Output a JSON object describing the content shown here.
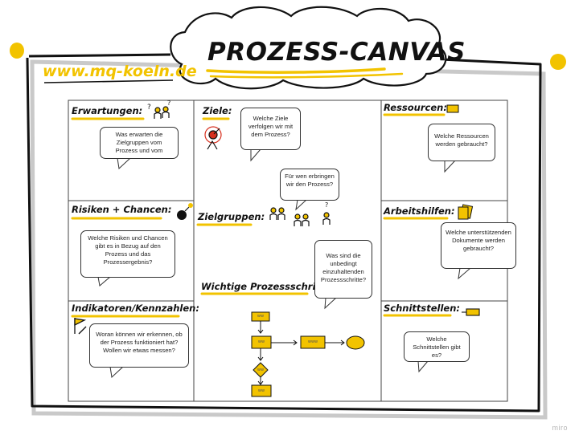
{
  "header": {
    "title": "PROZESS-CANVAS",
    "url": "www.mq-koeln.de"
  },
  "sections": {
    "erwartungen": {
      "label": "Erwartungen:",
      "question": "Was erwarten die Zielgruppen vom Prozess und vom"
    },
    "risiken": {
      "label": "Risiken + Chancen:",
      "question": "Welche Risiken und Chancen gibt es in Bezug auf den Prozess und das Prozessergebnis?"
    },
    "indikatoren": {
      "label": "Indikatoren/Kennzahlen:",
      "question": "Woran können wir erkennen, ob der Prozess funktioniert hat? Wollen wir etwas messen?"
    },
    "ziele": {
      "label": "Ziele:",
      "question": "Welche Ziele verfolgen wir mit dem Prozess?"
    },
    "zielgruppen": {
      "label": "Zielgruppen:",
      "question": "Für wen erbringen wir den Prozess?"
    },
    "prozessschritte": {
      "label": "Wichtige Prozessschritte:",
      "question": "Was sind die unbedingt einzuhaltenden Prozessschritte?"
    },
    "ressourcen": {
      "label": "Ressourcen:",
      "question": "Welche Ressourcen werden gebraucht?"
    },
    "arbeitshilfen": {
      "label": "Arbeitshilfen:",
      "question": "Welche unterstützenden Dokumente werden gebraucht?"
    },
    "schnittstellen": {
      "label": "Schnittstellen:",
      "question": "Welche Schnittstellen gibt es?"
    }
  },
  "flow": {
    "steps": [
      "ww",
      "ww",
      "www",
      "ww",
      "ww"
    ]
  },
  "branding": {
    "watermark": "miro"
  },
  "colors": {
    "accent": "#f2c300",
    "ink": "#111111",
    "red": "#d7301f"
  }
}
